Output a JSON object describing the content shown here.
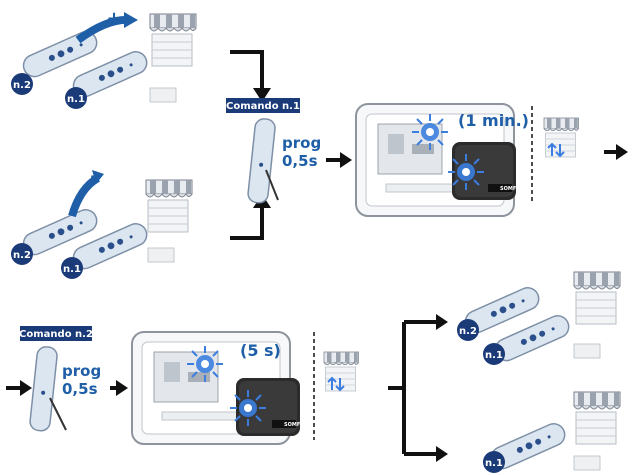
{
  "colors": {
    "accent_blue": "#1f5fa8",
    "navy": "#1a3a78",
    "glow": "#3b7ee0",
    "remote_body": "#dbe6f1",
    "remote_edge": "#7d8fa6",
    "awning_stripe": "#9aa3ad",
    "black": "#111111"
  },
  "step1": {
    "plus_sign": "+",
    "minus_sign": "-",
    "badge_n2": "n.2",
    "badge_n1": "n.1"
  },
  "step2": {
    "tag": "Comando n.1",
    "prog": "prog",
    "time": "0,5s"
  },
  "step3": {
    "duration": "(1 min.)",
    "brand": "SOMFY"
  },
  "step4": {
    "tag": "Comando n.2",
    "prog": "prog",
    "time": "0,5s"
  },
  "step5": {
    "duration": "(5 s)",
    "brand": "SOMFY"
  },
  "result": {
    "badge_n2": "n.2",
    "badge_n1": "n.1",
    "badge_n1_alone": "n.1"
  }
}
